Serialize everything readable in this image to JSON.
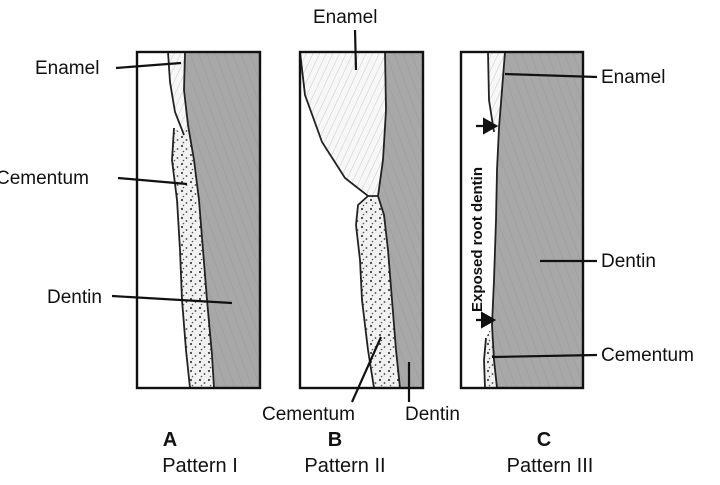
{
  "panels": [
    {
      "letter": "A",
      "pattern": "Pattern I",
      "labels": {
        "enamel": "Enamel",
        "cementum": "Cementum",
        "dentin": "Dentin"
      }
    },
    {
      "letter": "B",
      "pattern": "Pattern II",
      "labels": {
        "enamel": "Enamel",
        "cementum": "Cementum",
        "dentin": "Dentin"
      }
    },
    {
      "letter": "C",
      "pattern": "Pattern III",
      "labels": {
        "enamel": "Enamel",
        "dentin": "Dentin",
        "cementum": "Cementum",
        "exposed": "Exposed root dentin"
      }
    }
  ],
  "colors": {
    "dentin": "#a9a9a9",
    "stroke": "#111111",
    "background": "#ffffff"
  }
}
